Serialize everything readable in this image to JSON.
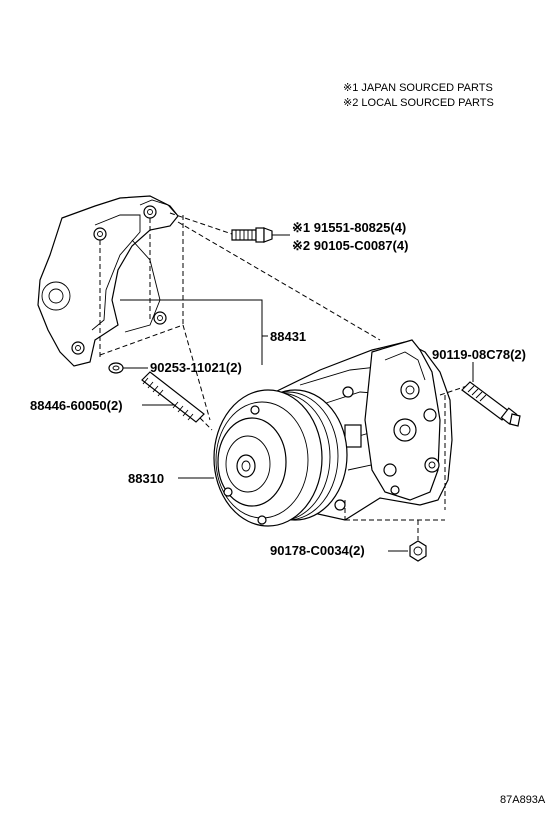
{
  "notes": {
    "note1": "※1 JAPAN SOURCED PARTS",
    "note2": "※2 LOCAL SOURCED PARTS"
  },
  "callouts": {
    "bolt_japan": "※1 91551-80825(4)",
    "bolt_local": "※2 90105-C0087(4)",
    "bracket": "88431",
    "washer": "90253-11021(2)",
    "stud": "88446-60050(2)",
    "compressor": "88310",
    "mount_bolt": "90119-08C78(2)",
    "nut": "90178-C0034(2)"
  },
  "figure_code": "87A893A"
}
